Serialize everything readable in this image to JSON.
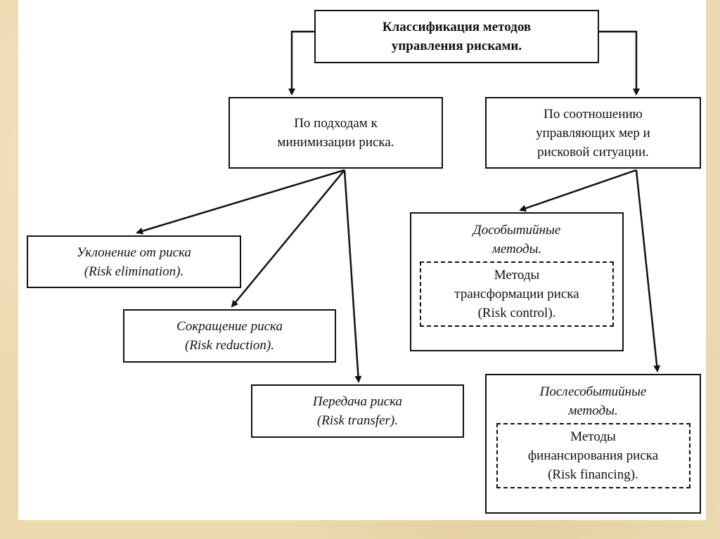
{
  "root": {
    "line1": "Классификация методов",
    "line2": "управления рисками."
  },
  "approach": {
    "line1": "По подходам к",
    "line2": "минимизации риска."
  },
  "ratio": {
    "line1": "По соотношению",
    "line2": "управляющих мер и",
    "line3": "рисковой ситуации."
  },
  "elimination": {
    "line1": "Уклонение от риска",
    "line2": "(Risk elimination)."
  },
  "reduction": {
    "line1": "Сокращение риска",
    "line2": "(Risk reduction)."
  },
  "transfer": {
    "line1": "Передача риска",
    "line2": "(Risk transfer)."
  },
  "pre_event": {
    "line1": "Дособытийные",
    "line2": "методы.",
    "inner": {
      "line1": "Методы",
      "line2": "трансформации риска",
      "line3": "(Risk control)."
    }
  },
  "post_event": {
    "line1": "Послесобытийные",
    "line2": "методы.",
    "inner": {
      "line1": "Методы",
      "line2": "финансирования риска",
      "line3": "(Risk financing)."
    }
  }
}
